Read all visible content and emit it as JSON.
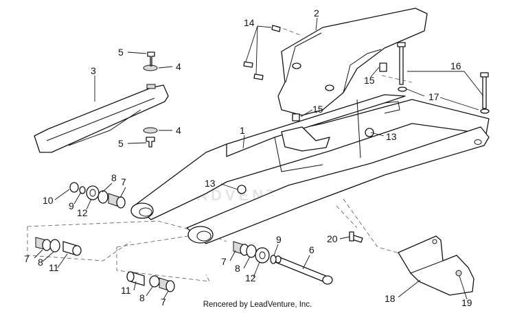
{
  "watermark": "LEADVENTURE",
  "footer": "Rencered by LeadVenture, Inc.",
  "callouts": [
    {
      "id": "c1",
      "text": "1"
    },
    {
      "id": "c2",
      "text": "2"
    },
    {
      "id": "c3",
      "text": "3"
    },
    {
      "id": "c4a",
      "text": "4"
    },
    {
      "id": "c4b",
      "text": "4"
    },
    {
      "id": "c5a",
      "text": "5"
    },
    {
      "id": "c5b",
      "text": "5"
    },
    {
      "id": "c6",
      "text": "6"
    },
    {
      "id": "c7a",
      "text": "7"
    },
    {
      "id": "c7b",
      "text": "7"
    },
    {
      "id": "c7c",
      "text": "7"
    },
    {
      "id": "c7d",
      "text": "7"
    },
    {
      "id": "c8a",
      "text": "8"
    },
    {
      "id": "c8b",
      "text": "8"
    },
    {
      "id": "c8c",
      "text": "8"
    },
    {
      "id": "c8d",
      "text": "8"
    },
    {
      "id": "c9a",
      "text": "9"
    },
    {
      "id": "c9b",
      "text": "9"
    },
    {
      "id": "c10",
      "text": "10"
    },
    {
      "id": "c11a",
      "text": "11"
    },
    {
      "id": "c11b",
      "text": "11"
    },
    {
      "id": "c12a",
      "text": "12"
    },
    {
      "id": "c12b",
      "text": "12"
    },
    {
      "id": "c13a",
      "text": "13"
    },
    {
      "id": "c13b",
      "text": "13"
    },
    {
      "id": "c14",
      "text": "14"
    },
    {
      "id": "c15a",
      "text": "15"
    },
    {
      "id": "c15b",
      "text": "15"
    },
    {
      "id": "c16",
      "text": "16"
    },
    {
      "id": "c17",
      "text": "17"
    },
    {
      "id": "c18",
      "text": "18"
    },
    {
      "id": "c19",
      "text": "19"
    },
    {
      "id": "c20",
      "text": "20"
    }
  ]
}
